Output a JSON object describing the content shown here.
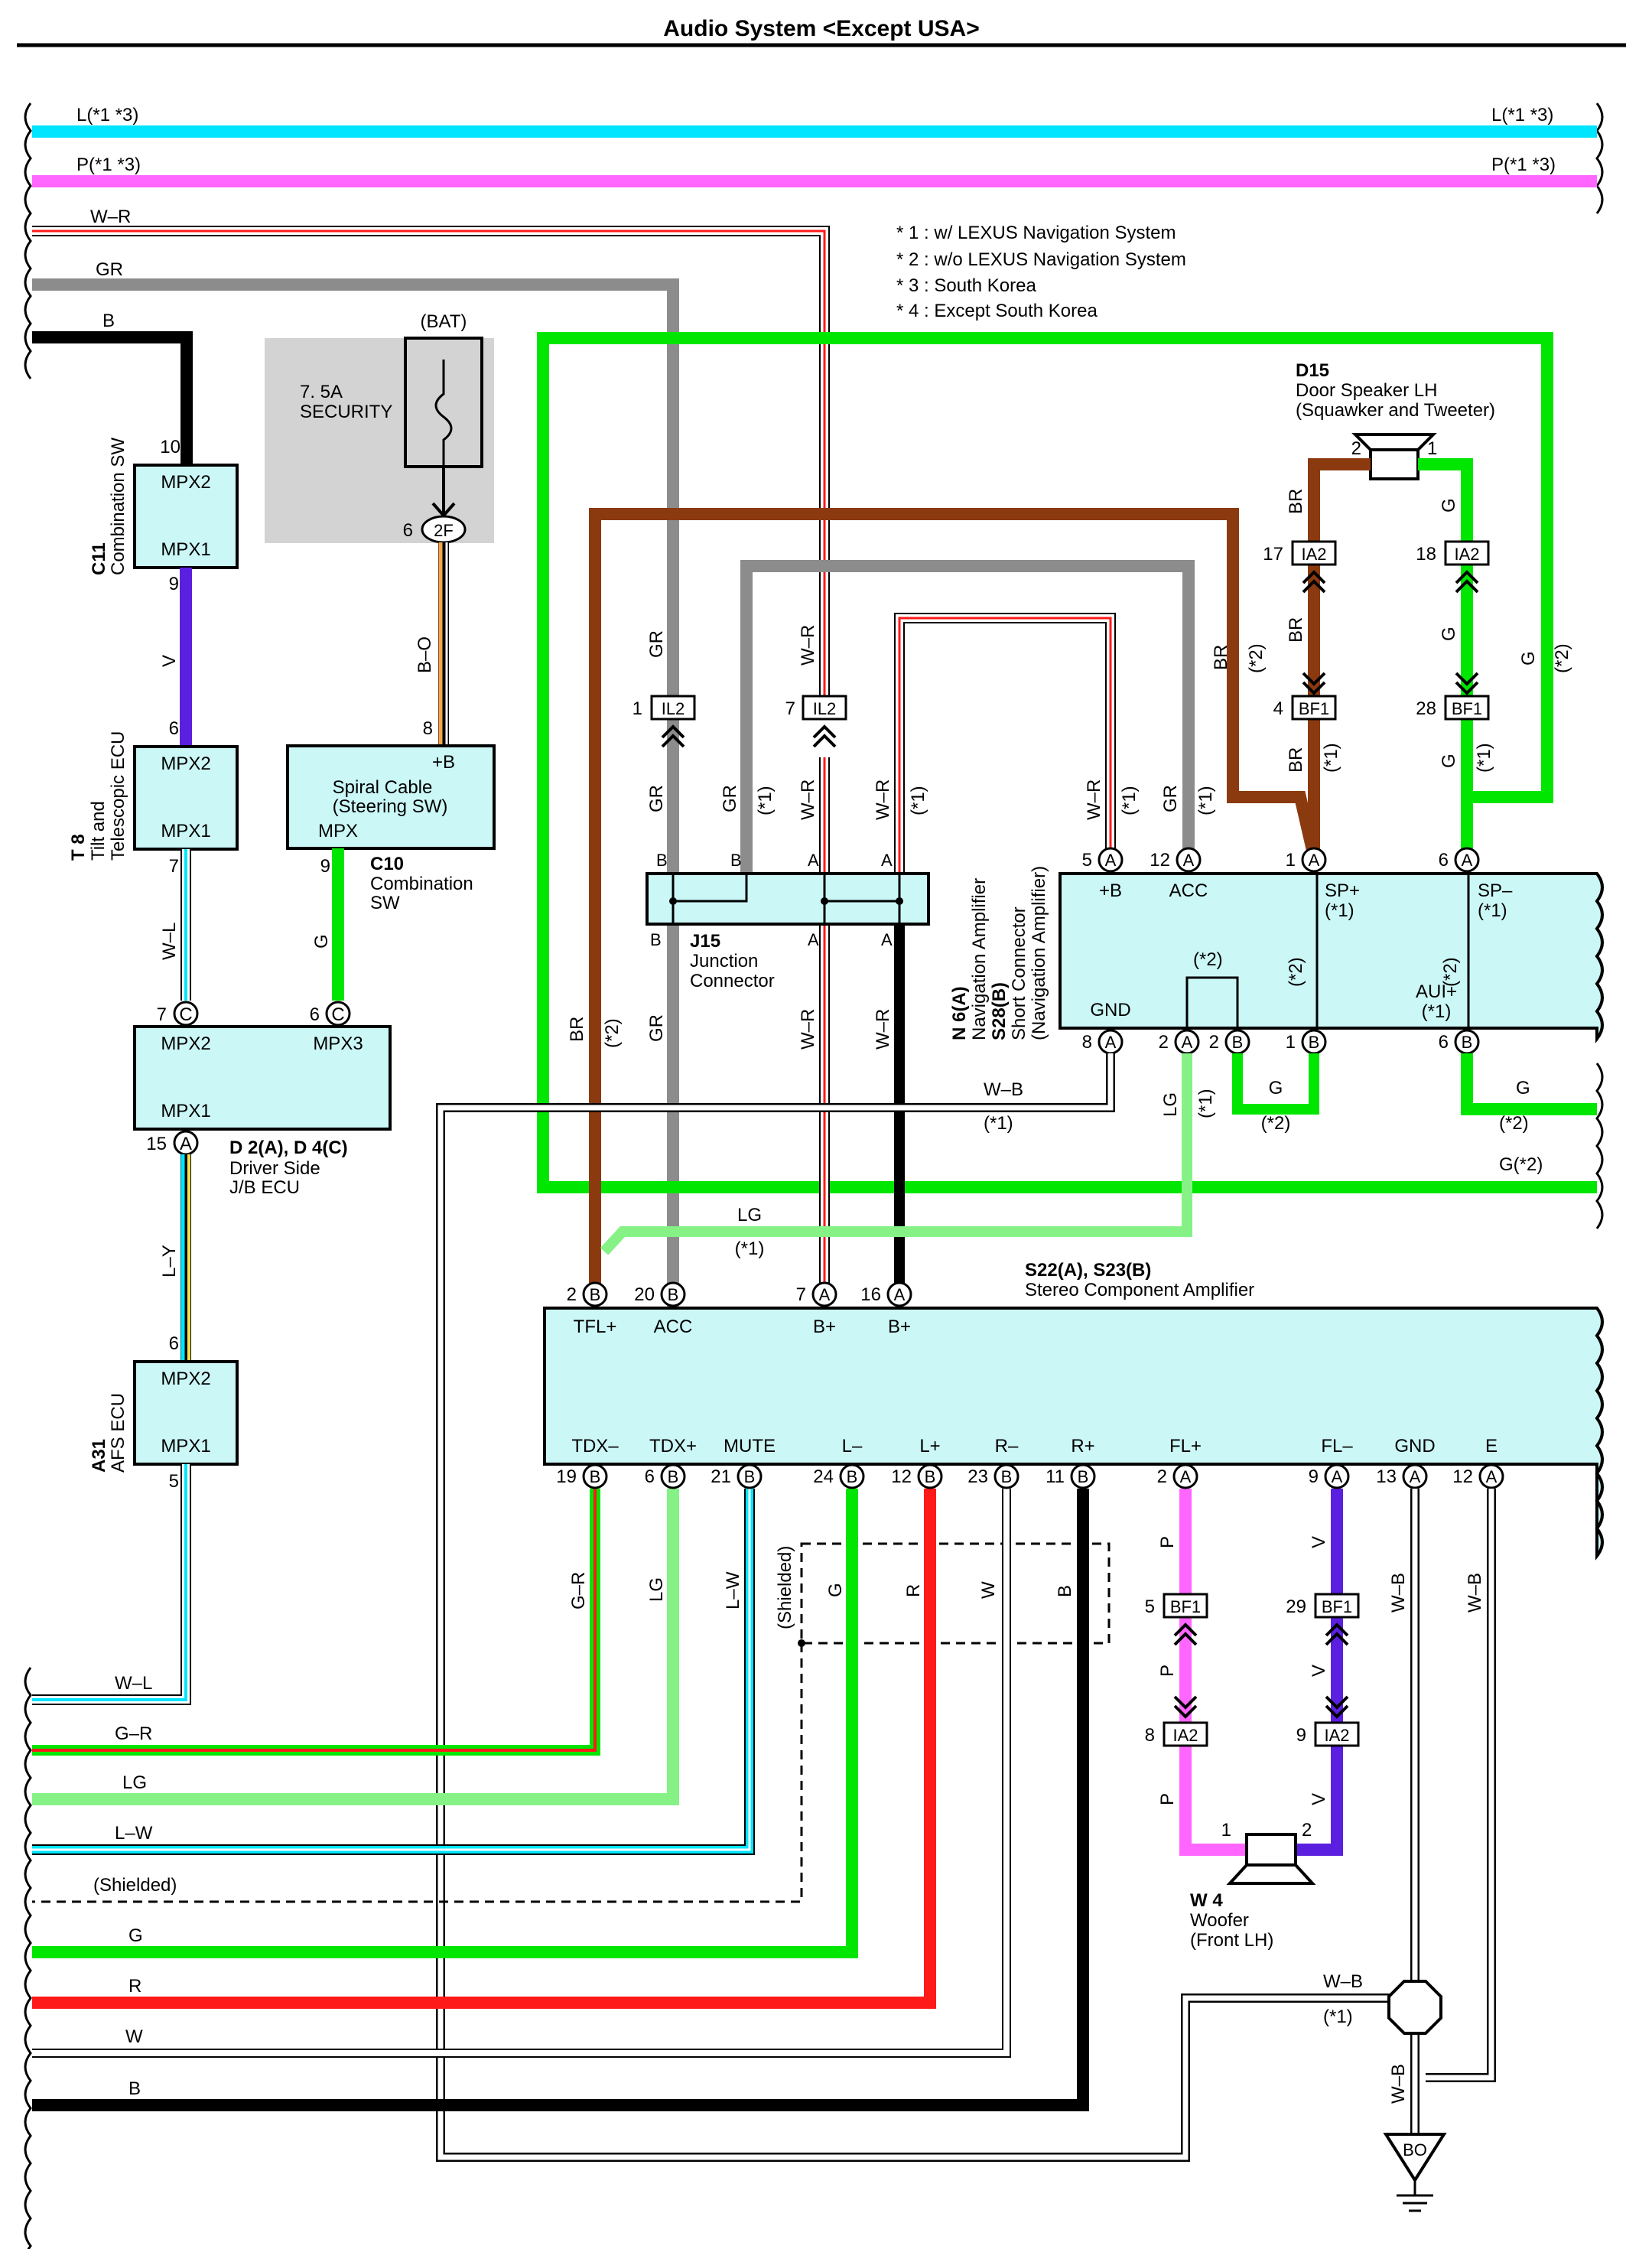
{
  "header": {
    "title": "Audio System <Except USA>"
  },
  "legend": [
    "* 1 : w/ LEXUS Navigation System",
    "* 2 : w/o LEXUS Navigation System",
    "* 3 : South Korea",
    "* 4 : Except South Korea"
  ],
  "colors": {
    "light_blue": "#00e5ff",
    "pink": "#ff66ff",
    "green": "#00e600",
    "brown": "#8b3a0f",
    "gray": "#8c8c8c",
    "black": "#000000",
    "violet": "#5b1fe0",
    "red": "#ff1a1a",
    "orange": "#f2a64a",
    "light_green": "#86f286",
    "component_fill": "#ccf7f7",
    "fuse_box": "#d3d3d3"
  },
  "labels": {
    "bus_l_left": "L(*1 *3)",
    "bus_l_right": "L(*1 *3)",
    "bus_p_left": "P(*1 *3)",
    "bus_p_right": "P(*1 *3)",
    "top_wr": "W–R",
    "top_gr": "GR",
    "top_b": "B",
    "bat": "(BAT)",
    "fuse_amp": "7. 5A",
    "fuse_name": "SECURITY",
    "pin_2f": "2F",
    "pin_2f_num": "6",
    "wire_bo": "B–O",
    "c11_id": "C11",
    "c11_name": "Combination SW",
    "c11_mpx2": "MPX2",
    "c11_mpx1": "MPX1",
    "c11_pin_top": "10",
    "c11_pin_bot": "9",
    "wire_v_1": "V",
    "t8_id": "T 8",
    "t8_name1": "Tilt and",
    "t8_name2": "Telescopic ECU",
    "t8_mpx2": "MPX2",
    "t8_mpx1": "MPX1",
    "t8_pin_top": "6",
    "t8_pin_bot": "7",
    "wire_wl_1": "W–L",
    "c10_pin_b": "8",
    "c10_b": "+B",
    "c10_name1": "Spiral Cable",
    "c10_name2": "(Steering SW)",
    "c10_mpx": "MPX",
    "c10_pin_mpx": "9",
    "c10_id": "C10",
    "c10_cname1": "Combination",
    "c10_cname2": "SW",
    "wire_g_c10": "G",
    "d2_pin_7": "7",
    "d2_pin_6": "6",
    "d2_mpx2": "MPX2",
    "d2_mpx3": "MPX3",
    "d2_mpx1": "MPX1",
    "d2_pin_15": "15",
    "d2_id": "D 2(A), D 4(C)",
    "d2_name1": "Driver Side",
    "d2_name2": "J/B ECU",
    "wire_ly": "L–Y",
    "a31_pin_top": "6",
    "a31_mpx2": "MPX2",
    "a31_mpx1": "MPX1",
    "a31_pin_bot": "5",
    "a31_id": "A31",
    "a31_name": "AFS ECU",
    "d15_id": "D15",
    "d15_name1": "Door Speaker LH",
    "d15_name2": "(Squawker and Tweeter)",
    "d15_pin2": "2",
    "d15_pin1": "1",
    "wire_br": "BR",
    "wire_g": "G",
    "ia2_17_num": "17",
    "ia2_18_num": "18",
    "ia2": "IA2",
    "bf1_4_num": "4",
    "bf1_28_num": "28",
    "bf1": "BF1",
    "s1": "(*1)",
    "s2": "(*2)",
    "il2": "IL2",
    "il2_1_num": "1",
    "il2_7_num": "7",
    "wire_gr": "GR",
    "wire_wr": "W–R",
    "j15_id": "J15",
    "j15_name1": "Junction",
    "j15_name2": "Connector",
    "pin_a_letter": "A",
    "pin_b_letter": "B",
    "pin_c_letter": "C",
    "n6_id": "N 6(A)",
    "n6_name": "Navigation Amplifier",
    "s28_id": "S28(B)",
    "s28_name1": "Short Connector",
    "s28_name2": "(Navigation Amplifier)",
    "n6_pin5": "5",
    "n6_pin12": "12",
    "n6_pin1": "1",
    "n6_pin6": "6",
    "n6_b": "+B",
    "n6_acc": "ACC",
    "n6_spp": "SP+",
    "n6_spm": "SP–",
    "n6_gnd": "GND",
    "n6_aui": "AUI+",
    "n6_pin8": "8",
    "n6_pin2a": "2",
    "n6_pin2b": "2",
    "n6_pin1b": "1",
    "n6_pin6b": "6",
    "wire_wb": "W–B",
    "wire_lg": "LG",
    "g_s2": "G(*2)",
    "s22_id": "S22(A), S23(B)",
    "s22_name": "Stereo Component Amplifier",
    "s22_pin2": "2",
    "s22_pin20": "20",
    "s22_pin7": "7",
    "s22_pin16": "16",
    "s22_tfl": "TFL+",
    "s22_acc": "ACC",
    "s22_bp": "B+",
    "s22_tdxm": "TDX–",
    "s22_tdxp": "TDX+",
    "s22_mute": "MUTE",
    "s22_lm": "L–",
    "s22_lp": "L+",
    "s22_rm": "R–",
    "s22_rp": "R+",
    "s22_flp": "FL+",
    "s22_flm": "FL–",
    "s22_gnd": "GND",
    "s22_e": "E",
    "bp19": "19",
    "bp6": "6",
    "bp21": "21",
    "bp24": "24",
    "bp12": "12",
    "bp23": "23",
    "bp11": "11",
    "bp2": "2",
    "bp9": "9",
    "bp13": "13",
    "bp12e": "12",
    "wire_gr2": "G–R",
    "wire_lw": "L–W",
    "shielded": "(Shielded)",
    "wire_r": "R",
    "wire_w": "W",
    "wire_b": "B",
    "wire_p": "P",
    "wire_v": "V",
    "bf1_5_num": "5",
    "bf1_29_num": "29",
    "ia2_8_num": "8",
    "ia2_9_num": "9",
    "w4_pin1": "1",
    "w4_pin2": "2",
    "w4_id": "W 4",
    "w4_name1": "Woofer",
    "w4_name2": "(Front LH)",
    "ground": "BO"
  }
}
